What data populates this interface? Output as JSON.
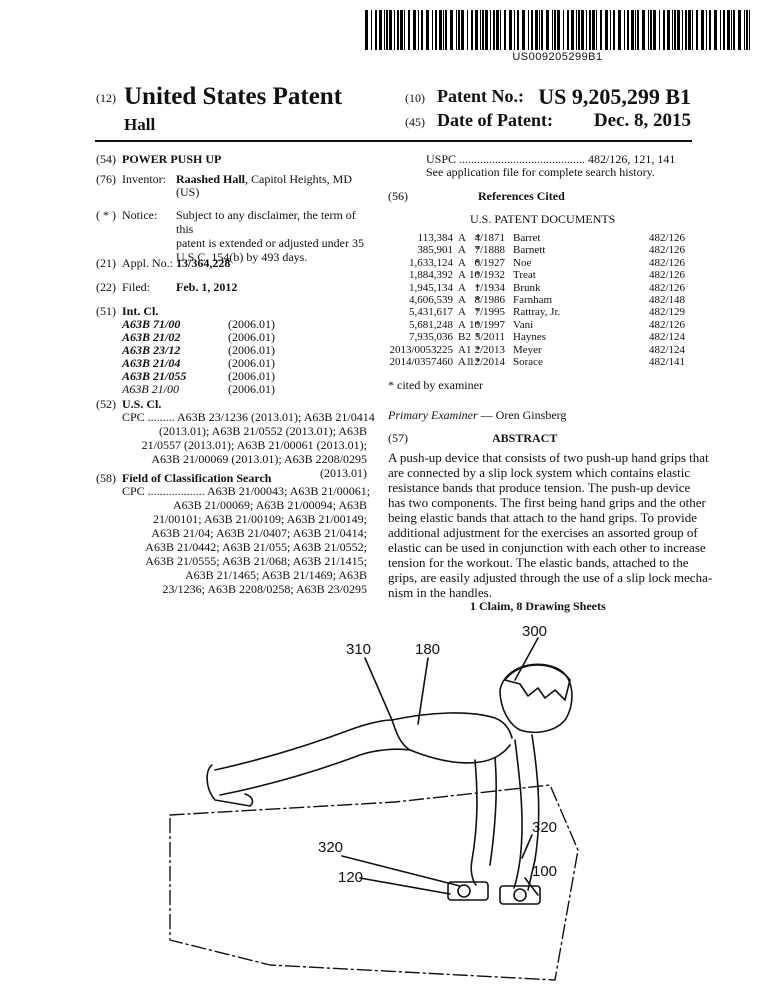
{
  "barcode_number": "US009205299B1",
  "header": {
    "code_12": "(12)",
    "doc_type": "United States Patent",
    "inventor_short": "Hall",
    "code_10": "(10)",
    "patent_no_label": "Patent No.:",
    "patent_no": "US 9,205,299 B1",
    "code_45": "(45)",
    "date_label": "Date of Patent:",
    "date": "Dec. 8, 2015"
  },
  "left": {
    "f54_code": "(54)",
    "title": "POWER PUSH UP",
    "f76_code": "(76)",
    "inventor_label": "Inventor:",
    "inventor_name": "Raashed Hall",
    "inventor_loc": ", Capitol Heights, MD",
    "inventor_country": "(US)",
    "notice_code": "( * )",
    "notice_label": "Notice:",
    "notice_l1": "Subject to any disclaimer, the term of this",
    "notice_l2": "patent is extended or adjusted under 35",
    "notice_l3": "U.S.C. 154(b) by 493 days.",
    "f21_code": "(21)",
    "appl_label": "Appl. No.:",
    "appl_no": "13/364,228",
    "f22_code": "(22)",
    "filed_label": "Filed:",
    "filed": "Feb. 1, 2012",
    "f51_code": "(51)",
    "intcl_label": "Int. Cl.",
    "ipc": [
      {
        "code": "A63B 71/00",
        "ver": "(2006.01)"
      },
      {
        "code": "A63B 21/02",
        "ver": "(2006.01)"
      },
      {
        "code": "A63B 23/12",
        "ver": "(2006.01)"
      },
      {
        "code": "A63B 21/04",
        "ver": "(2006.01)"
      },
      {
        "code": "A63B 21/055",
        "ver": "(2006.01)"
      },
      {
        "code": "A63B 21/00",
        "ver": "(2006.01)"
      }
    ],
    "f52_code": "(52)",
    "uscl_label": "U.S. Cl.",
    "cpc_lines": [
      "CPC ......... A63B 23/1236 (2013.01); A63B 21/0414",
      "(2013.01); A63B 21/0552 (2013.01); A63B",
      "21/0557 (2013.01); A63B 21/00061 (2013.01);",
      "A63B 21/00069 (2013.01); A63B 2208/0295",
      "(2013.01)"
    ],
    "f58_code": "(58)",
    "field_label": "Field of Classification Search",
    "field_lines": [
      "CPC ................... A63B 21/00043; A63B 21/00061;",
      "A63B 21/00069; A63B 21/00094; A63B",
      "21/00101; A63B 21/00109; A63B 21/00149;",
      "A63B 21/04; A63B 21/0407; A63B 21/0414;",
      "A63B 21/0442; A63B 21/055; A63B 21/0552;",
      "A63B 21/0555; A63B 21/068; A63B 21/1415;",
      "A63B 21/1465; A63B 21/1469; A63B",
      "23/1236; A63B 2208/0258; A63B 23/0295"
    ]
  },
  "right": {
    "uspc_line": "USPC .......................................... 482/126, 121, 141",
    "see_line": "See application file for complete search history.",
    "f56_code": "(56)",
    "refs_label": "References Cited",
    "usdocs_label": "U.S. PATENT DOCUMENTS",
    "refs": [
      {
        "num": "113,384",
        "kind": "A",
        "star": "*",
        "date": "4/1871",
        "name": "Barret",
        "cls": "482/126"
      },
      {
        "num": "385,901",
        "kind": "A",
        "star": "*",
        "date": "7/1888",
        "name": "Barnett",
        "cls": "482/126"
      },
      {
        "num": "1,633,124",
        "kind": "A",
        "star": "*",
        "date": "6/1927",
        "name": "Noe",
        "cls": "482/126"
      },
      {
        "num": "1,884,392",
        "kind": "A",
        "star": "*",
        "date": "10/1932",
        "name": "Treat",
        "cls": "482/126"
      },
      {
        "num": "1,945,134",
        "kind": "A",
        "star": "*",
        "date": "1/1934",
        "name": "Brunk",
        "cls": "482/126"
      },
      {
        "num": "4,606,539",
        "kind": "A",
        "star": "*",
        "date": "8/1986",
        "name": "Farnham",
        "cls": "482/148"
      },
      {
        "num": "5,431,617",
        "kind": "A",
        "star": "*",
        "date": "7/1995",
        "name": "Rattray, Jr.",
        "cls": "482/129"
      },
      {
        "num": "5,681,248",
        "kind": "A",
        "star": "*",
        "date": "10/1997",
        "name": "Vani",
        "cls": "482/126"
      },
      {
        "num": "7,935,036",
        "kind": "B2",
        "star": "*",
        "date": "5/2011",
        "name": "Haynes",
        "cls": "482/124"
      },
      {
        "num": "2013/0053225",
        "kind": "A1",
        "star": "*",
        "date": "2/2013",
        "name": "Meyer",
        "cls": "482/124"
      },
      {
        "num": "2014/0357460",
        "kind": "A1",
        "star": "*",
        "date": "12/2014",
        "name": "Sorace",
        "cls": "482/141"
      }
    ],
    "cited_note": "* cited by examiner",
    "examiner_label": "Primary Examiner",
    "examiner_name": " — Oren Ginsberg",
    "f57_code": "(57)",
    "abstract_label": "ABSTRACT",
    "abstract_lines": [
      "A push-up device that consists of two push-up hand grips that",
      "are connected by a slip lock system which contains elastic",
      "resistance bands that produce tension. The push-up device",
      "has two components. The first being hand grips and the other",
      "being elastic bands that attach to the hand grips. To provide",
      "additional adjustment for the exercises an assorted group of",
      "elastic can be used in conjunction with each other to increase",
      "tension for the workout. The elastic bands, attached to the",
      "grips, are easily adjusted through the use of a slip lock mecha-",
      "nism in the handles."
    ],
    "claims_line": "1 Claim, 8 Drawing Sheets"
  },
  "drawing": {
    "labels": [
      "300",
      "310",
      "180",
      "320",
      "320",
      "120",
      "100"
    ]
  }
}
